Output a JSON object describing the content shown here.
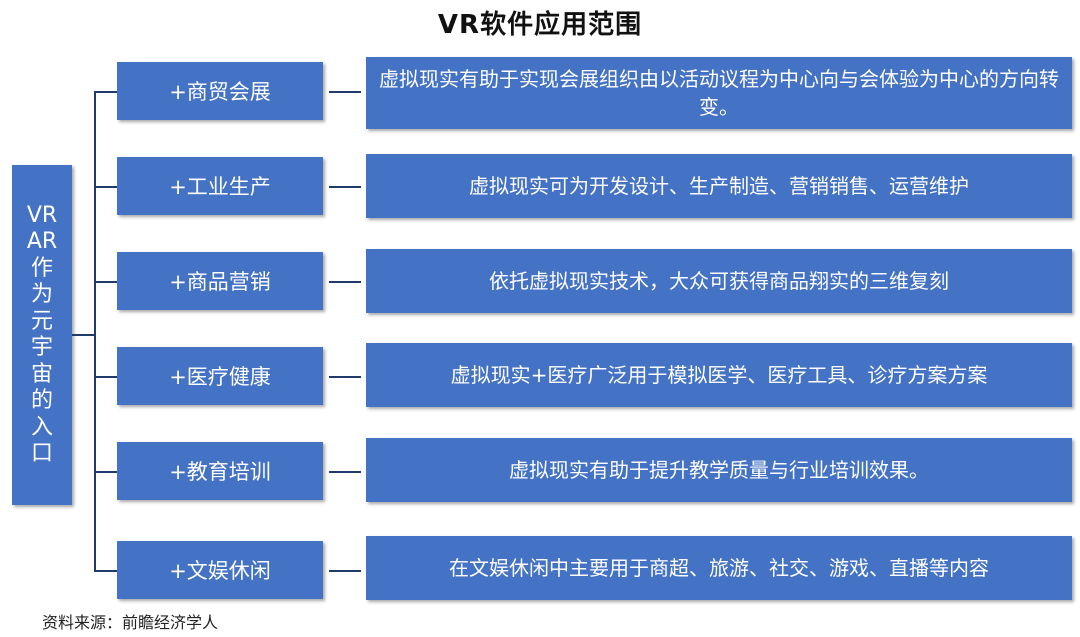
{
  "title": "VR软件应用范围",
  "left_label": [
    "VR",
    "AR",
    "作",
    "为",
    "元",
    "宇",
    "宙",
    "的",
    "入",
    "口"
  ],
  "rows": [
    {
      "category": "+商贸会展",
      "description": "虚拟现实有助于实现会展组织由以活动议程为中心向与会体验为中心的方向转变。"
    },
    {
      "category": "+工业生产",
      "description": "虚拟现实可为开发设计、生产制造、营销销售、运营维护"
    },
    {
      "category": "+商品营销",
      "description": "依托虚拟现实技术，大众可获得商品翔实的三维复刻"
    },
    {
      "category": "+医疗健康",
      "description": "虚拟现实+医疗广泛用于模拟医学、医疗工具、诊疗方案方案"
    },
    {
      "category": "+教育培训",
      "description": "虚拟现实有助于提升教学质量与行业培训效果。"
    },
    {
      "category": "+文娱休闲",
      "description": "在文娱休闲中主要用于商超、旅游、社交、游戏、直播等内容"
    }
  ],
  "source": "资料来源：前瞻经济学人",
  "colors": {
    "box_fill": "#4472C4",
    "connector": "#1f3a6b",
    "text_on_box": "#ffffff"
  }
}
